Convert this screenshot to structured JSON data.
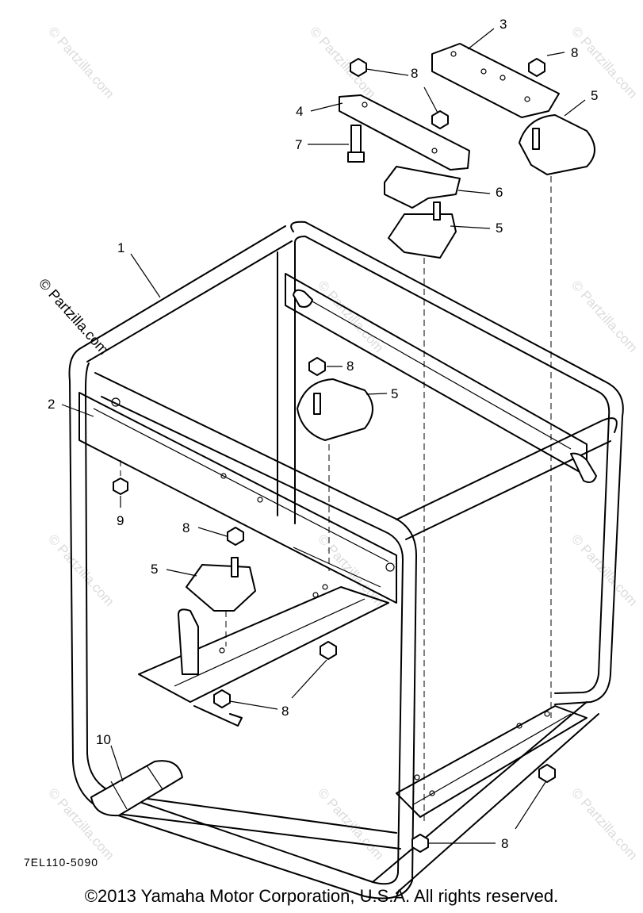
{
  "watermark": "© Partzilla.com",
  "callouts": [
    {
      "id": "c1",
      "label": "1"
    },
    {
      "id": "c2",
      "label": "2"
    },
    {
      "id": "c3",
      "label": "3"
    },
    {
      "id": "c4",
      "label": "4"
    },
    {
      "id": "c5a",
      "label": "5"
    },
    {
      "id": "c5b",
      "label": "5"
    },
    {
      "id": "c5c",
      "label": "5"
    },
    {
      "id": "c5d",
      "label": "5"
    },
    {
      "id": "c6",
      "label": "6"
    },
    {
      "id": "c7",
      "label": "7"
    },
    {
      "id": "c8a",
      "label": "8"
    },
    {
      "id": "c8b",
      "label": "8"
    },
    {
      "id": "c8c",
      "label": "8"
    },
    {
      "id": "c8d",
      "label": "8"
    },
    {
      "id": "c8e",
      "label": "8"
    },
    {
      "id": "c8f",
      "label": "8"
    },
    {
      "id": "c9",
      "label": "9"
    },
    {
      "id": "c10",
      "label": "10"
    }
  ],
  "diagram_code": "7EL110-5090",
  "copyright": "©2013 Yamaha Motor Corporation, U.S.A. All rights reserved."
}
